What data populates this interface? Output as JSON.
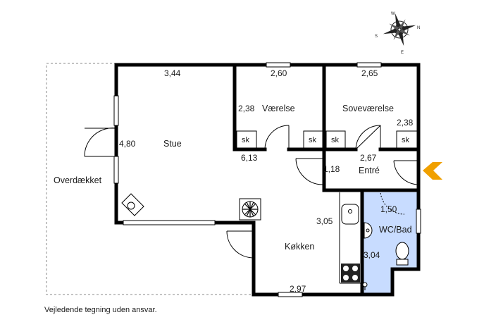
{
  "disclaimer": "Vejledende tegning uden ansvar.",
  "rooms": {
    "stue": "Stue",
    "vaerelse": "Værelse",
    "sovevaerelse": "Soveværelse",
    "entre": "Entré",
    "koekken": "Køkken",
    "wcbad": "WC/Bad",
    "overdaekket": "Overdækket"
  },
  "dimensions": {
    "stue_top": "3,44",
    "stue_side": "4,80",
    "vaerelse_top": "2,60",
    "vaerelse_side": "2,38",
    "sove_top": "2,65",
    "sove_side": "2,38",
    "hall_len": "6,13",
    "entre_top": "2,67",
    "entre_side": "1,18",
    "bad_top": "1,50",
    "bad_side": "3,04",
    "koekken_side": "3,05",
    "koekken_bottom": "2,97"
  },
  "closets": [
    "sk",
    "sk",
    "sk",
    "sk"
  ],
  "compass": {
    "n": "N",
    "s": "S",
    "e": "E",
    "w": "W"
  },
  "colors": {
    "wall": "#000000",
    "bathroom": "#c8dcff",
    "entrance_arrow": "#f0a000"
  }
}
